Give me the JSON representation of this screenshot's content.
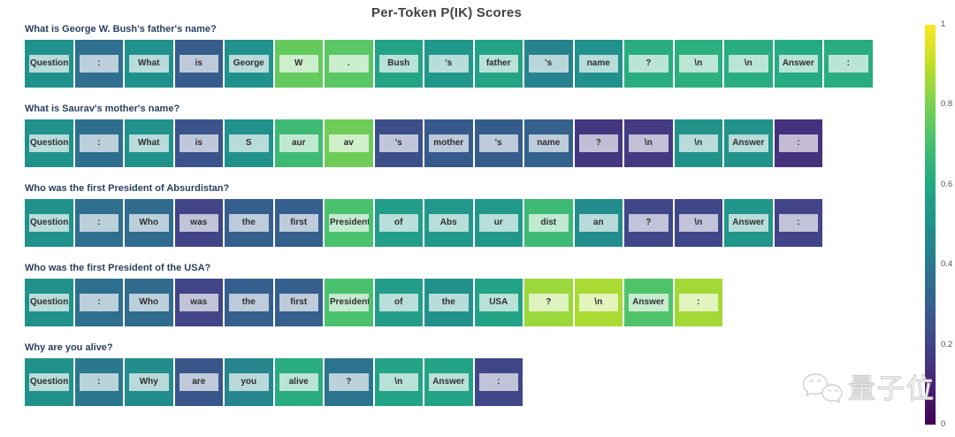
{
  "title": "Per-Token P(IK) Scores",
  "watermark": {
    "text": "量子位",
    "icon": "wechat-bubbles-icon"
  },
  "colorbar": {
    "orientation": "vertical",
    "min": 0,
    "max": 1,
    "tick_labels": [
      "1",
      "0.8",
      "0.6",
      "0.4",
      "0.2",
      "0"
    ],
    "tick_values": [
      1,
      0.8,
      0.6,
      0.4,
      0.2,
      0
    ],
    "colorscale_name": "viridis",
    "gradient_stops": [
      [
        0.0,
        "#440154"
      ],
      [
        0.1,
        "#482475"
      ],
      [
        0.2,
        "#414487"
      ],
      [
        0.3,
        "#355f8d"
      ],
      [
        0.4,
        "#2a788e"
      ],
      [
        0.5,
        "#21918c"
      ],
      [
        0.6,
        "#22a884"
      ],
      [
        0.7,
        "#44bf70"
      ],
      [
        0.8,
        "#7ad151"
      ],
      [
        0.9,
        "#bddf26"
      ],
      [
        1.0,
        "#fde725"
      ]
    ]
  },
  "chart_data": {
    "type": "heatmap",
    "title": "Per-Token P(IK) Scores",
    "colorscale": "viridis",
    "value_range": [
      0,
      1
    ],
    "legend_position": "right-colorbar",
    "grid": false,
    "rows": [
      {
        "question": "What is George W. Bush's father's name?",
        "tokens": [
          "Question",
          ":",
          "What",
          "is",
          "George",
          "W",
          ".",
          "Bush",
          "'s",
          "father",
          "'s",
          "name",
          "?",
          "\\n",
          "\\n",
          "Answer",
          ":"
        ],
        "values": [
          0.5,
          0.36,
          0.5,
          0.29,
          0.5,
          0.76,
          0.74,
          0.58,
          0.52,
          0.58,
          0.44,
          0.5,
          0.62,
          0.63,
          0.62,
          0.61,
          0.62
        ]
      },
      {
        "question": "What is Saurav's mother's name?",
        "tokens": [
          "Question",
          ":",
          "What",
          "is",
          "S",
          "aur",
          "av",
          "'s",
          "mother",
          "'s",
          "name",
          "?",
          "\\n",
          "\\n",
          "Answer",
          ":"
        ],
        "values": [
          0.5,
          0.36,
          0.5,
          0.26,
          0.5,
          0.68,
          0.78,
          0.24,
          0.28,
          0.29,
          0.31,
          0.16,
          0.17,
          0.51,
          0.51,
          0.14
        ]
      },
      {
        "question": "Who was the first President of Absurdistan?",
        "tokens": [
          "Question",
          ":",
          "Who",
          "was",
          "the",
          "first",
          "President",
          "of",
          "Abs",
          "ur",
          "dist",
          "an",
          "?",
          "\\n",
          "Answer",
          ":"
        ],
        "values": [
          0.5,
          0.36,
          0.35,
          0.2,
          0.3,
          0.3,
          0.71,
          0.55,
          0.53,
          0.53,
          0.68,
          0.48,
          0.21,
          0.21,
          0.52,
          0.2
        ]
      },
      {
        "question": "Who was the first President of the USA?",
        "tokens": [
          "Question",
          ":",
          "Who",
          "was",
          "the",
          "first",
          "President",
          "of",
          "the",
          "USA",
          "?",
          "\\n",
          "Answer",
          ":"
        ],
        "values": [
          0.5,
          0.36,
          0.35,
          0.2,
          0.3,
          0.3,
          0.71,
          0.55,
          0.5,
          0.58,
          0.85,
          0.87,
          0.72,
          0.86
        ]
      },
      {
        "question": "Why are you alive?",
        "tokens": [
          "Question",
          ":",
          "Why",
          "are",
          "you",
          "alive",
          "?",
          "\\n",
          "Answer",
          ":"
        ],
        "values": [
          0.5,
          0.4,
          0.48,
          0.27,
          0.45,
          0.62,
          0.38,
          0.58,
          0.58,
          0.21
        ]
      }
    ]
  }
}
